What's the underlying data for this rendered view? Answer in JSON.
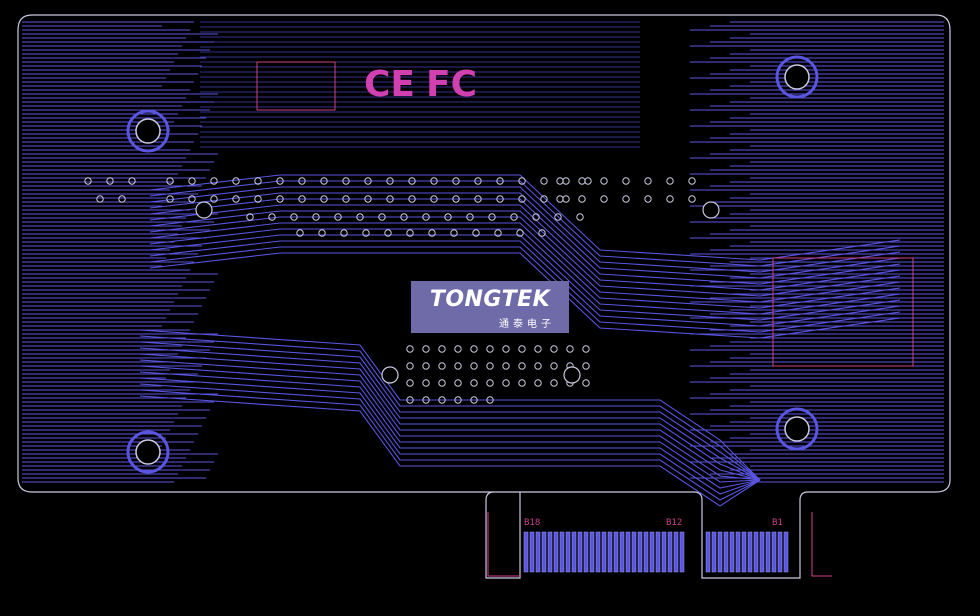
{
  "logo": {
    "brand": "TONGTEK",
    "subtitle": "通泰电子"
  },
  "markings": {
    "ce": "CE",
    "fc": "FC"
  },
  "edge_connector": {
    "labels": [
      "B18",
      "B12",
      "B1"
    ]
  },
  "colors": {
    "background": "#000000",
    "trace": "#5a55e0",
    "outline": "#c9c9e0",
    "silkscreen": "#d0408a",
    "logo_fill": "#6f6ba8"
  }
}
